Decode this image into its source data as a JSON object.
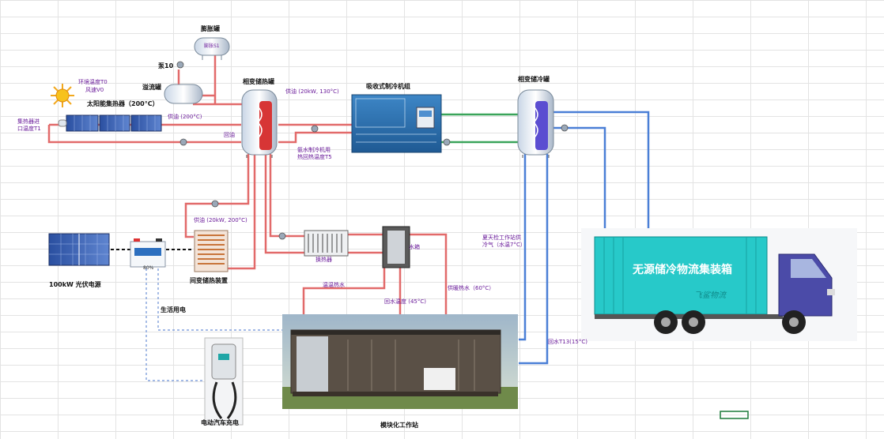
{
  "labels": {
    "expansion_tank": "膨胀罐",
    "expansion_tag": "膨胀S1",
    "pump10": "泵10",
    "overflow_tank": "溢流罐",
    "ambient": "环境温度T0",
    "wind": "风速V0",
    "solar_collector": "太阳能集热器（200°C）",
    "collector_inlet": "集热器进\n口温度T1",
    "oil_supply_200": "供油 (200°C)",
    "oil_return": "回油",
    "phase_heat_store": "相变储热罐",
    "oil_supply_20kw_130": "供油 (20kW, 130°C)",
    "absorption_chiller": "吸收式制冷机组",
    "chiller_return_temp": "氨水制冷机用\n热回热温度T5",
    "phase_cold_store": "相变储冷罐",
    "pv_source": "100kW 光伏电源",
    "battery_pct": "80%",
    "oil_supply_20kw_200": "供油 (20kW, 200°C)",
    "phase_heat_device": "间变储热装置",
    "heat_exchanger": "换热器",
    "water_tank": "水箱",
    "domestic_hot_water": "温温热水",
    "heating_supply": "供暖热水（60°C）",
    "return_water": "回水温度 (45°C)",
    "summer_cooling": "夏天检工作站供\n冷气（水温7°C）",
    "return_t13": "回水T13(15°C)",
    "living_power": "生活用电",
    "container_title": "无源储冷物流集装箱",
    "container_logo": "飞鲨物流",
    "modular_station": "模块化工作站",
    "charging_pile": "电动汽车充电"
  },
  "colors": {
    "hot": "#e26a6a",
    "cold": "#4a7fd6",
    "green": "#3aa45a",
    "dashed": "#6b8fd6",
    "label_purple": "#6a1b9a",
    "container": "#27c9c9",
    "truck_cab": "#4b4ba8"
  }
}
